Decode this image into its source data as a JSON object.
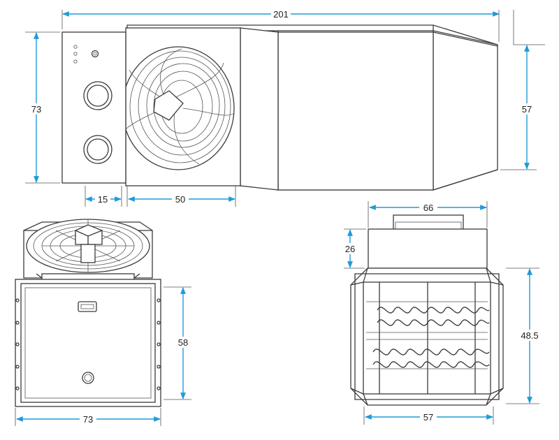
{
  "dimensions": {
    "overall_length": "201",
    "side_height": "73",
    "body_height": "57",
    "control_panel_width": "15",
    "fan_section_width": "50",
    "front_height": "58",
    "front_width": "73",
    "top_box_width": "66",
    "top_box_height": "26",
    "rear_height": "48.5",
    "rear_width": "57"
  },
  "colors": {
    "dimension_lines": "#1f9bd6",
    "outline": "#3a3a3a"
  }
}
